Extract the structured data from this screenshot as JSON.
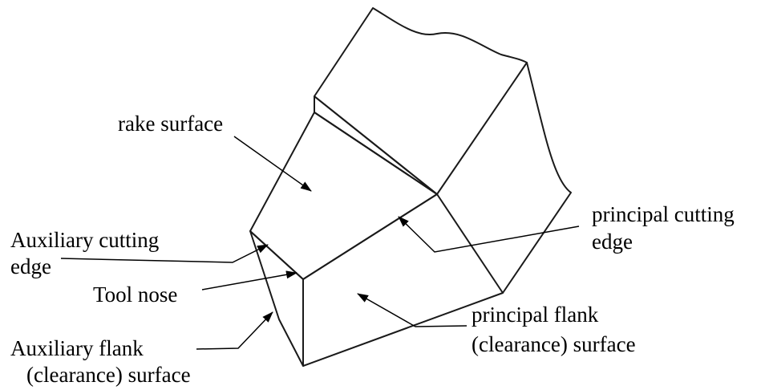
{
  "labels": {
    "rake_surface": "rake surface",
    "principal_cutting_edge_line1": "principal cutting",
    "principal_cutting_edge_line2": "edge",
    "auxiliary_cutting_edge_line1": "Auxiliary cutting",
    "auxiliary_cutting_edge_line2": "edge",
    "tool_nose": "Tool nose",
    "principal_flank_line1": "principal flank",
    "principal_flank_line2": "(clearance) surface",
    "auxiliary_flank_line1": "Auxiliary flank",
    "auxiliary_flank_line2": "(clearance) surface"
  },
  "colors": {
    "edge": "#1a1a1a",
    "text": "#000000",
    "background": "#ffffff"
  }
}
